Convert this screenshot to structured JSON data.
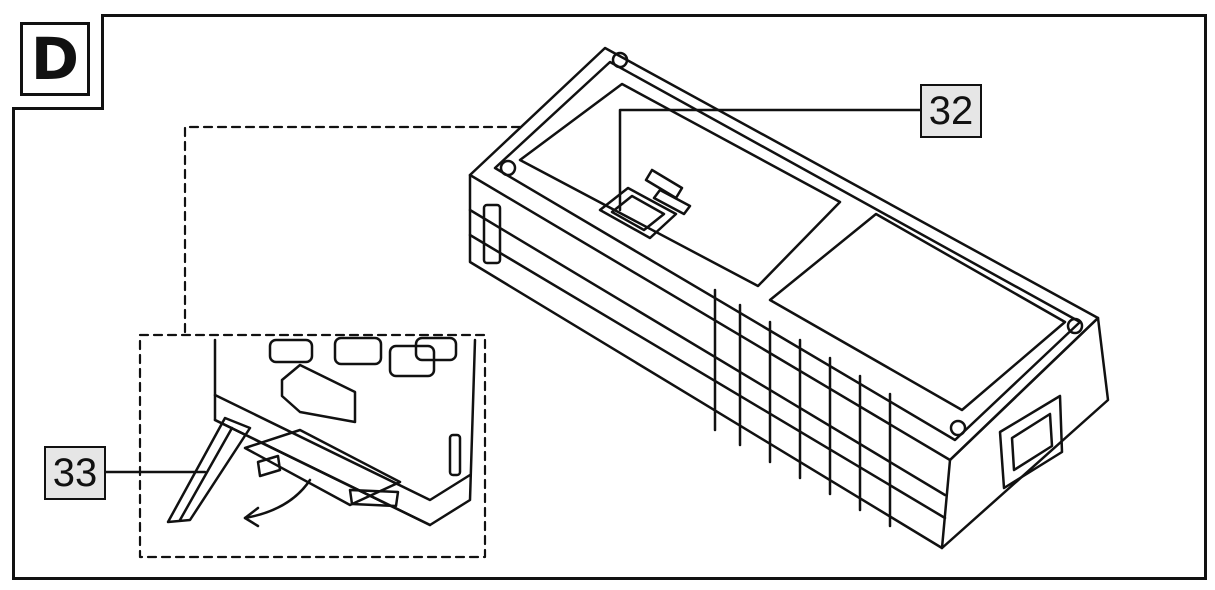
{
  "panel": {
    "letter": "D"
  },
  "callouts": [
    {
      "id": "32",
      "label": "32"
    },
    {
      "id": "33",
      "label": "33"
    }
  ]
}
